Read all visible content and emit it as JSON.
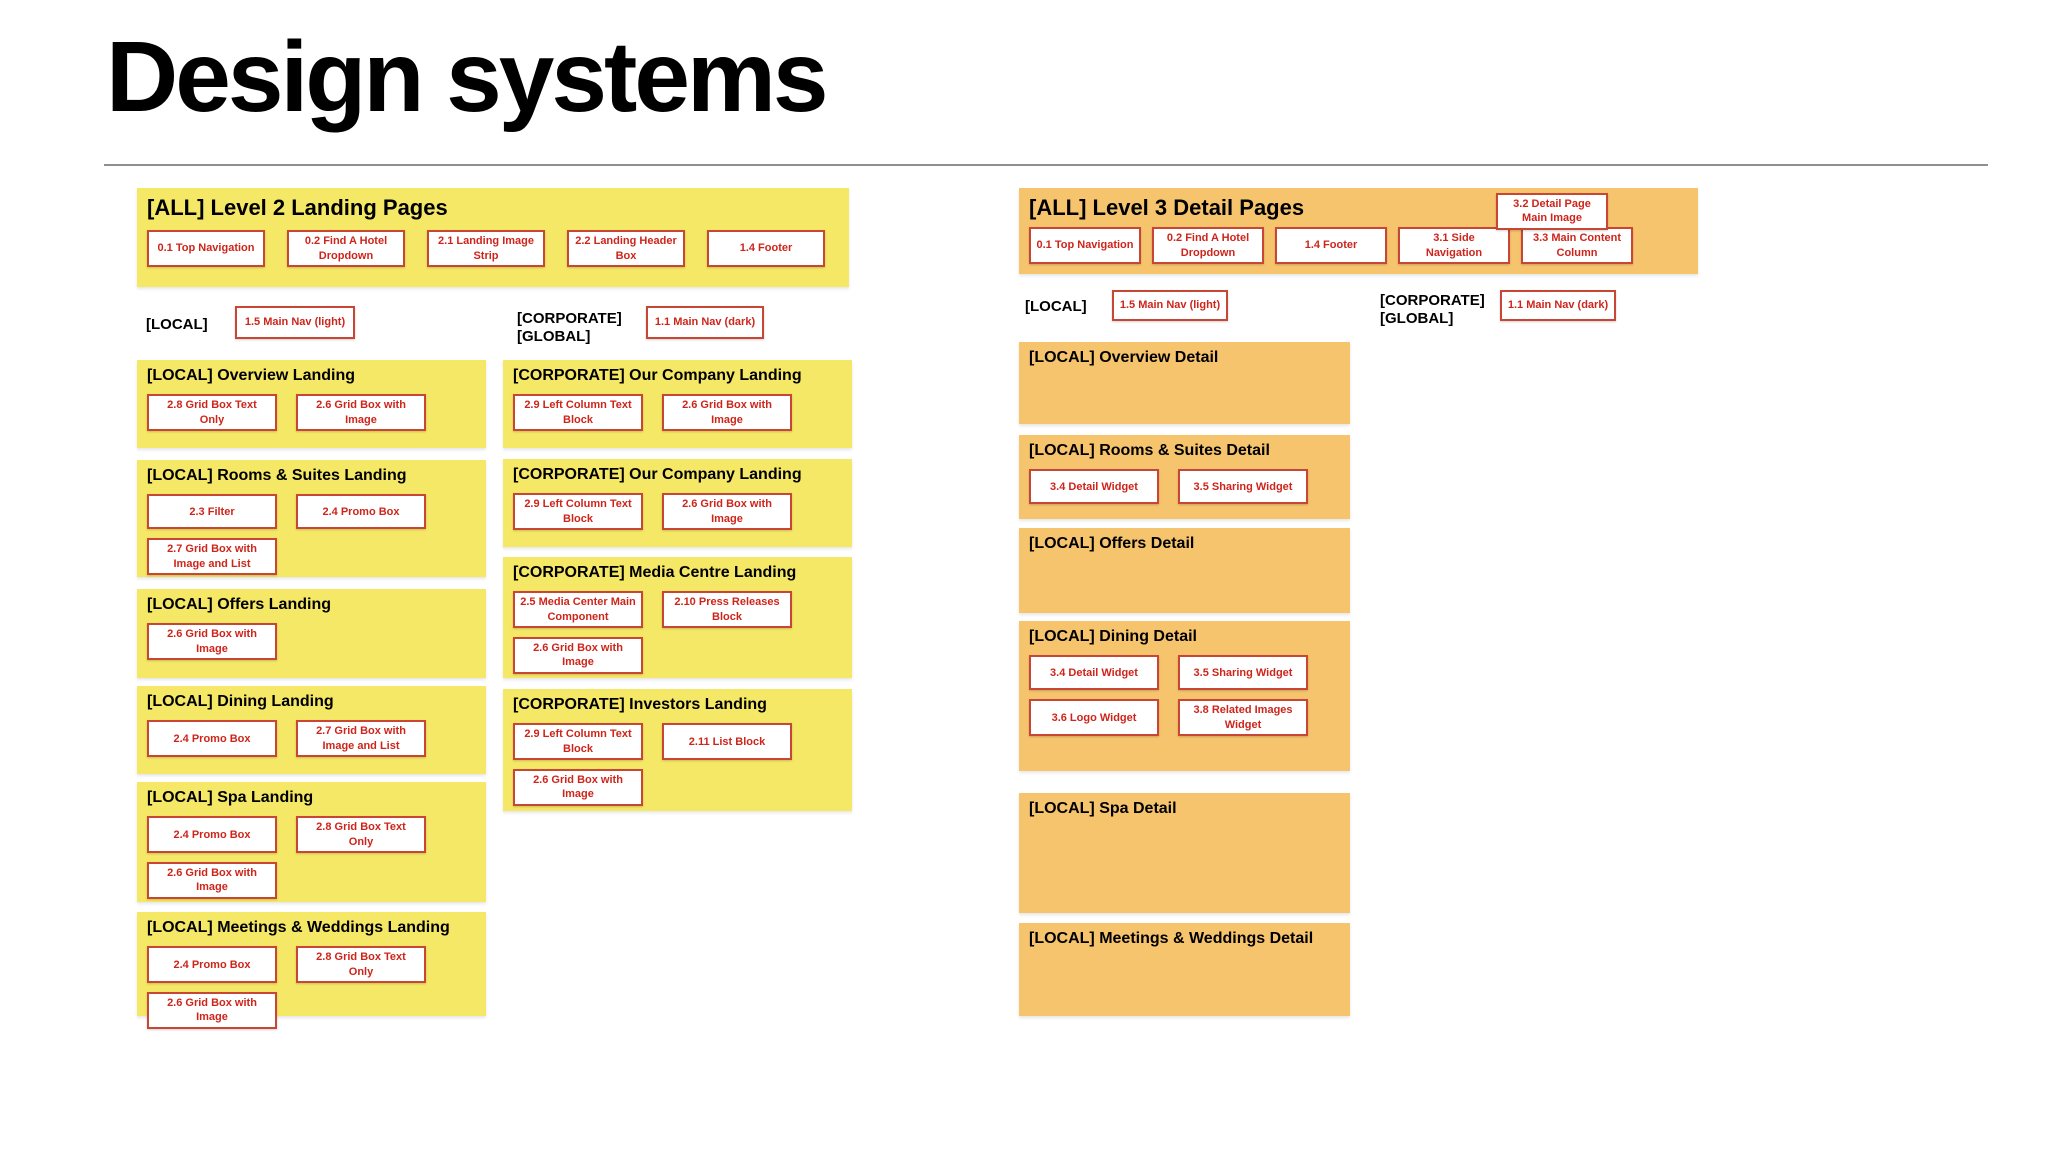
{
  "page": {
    "title": "Design systems"
  },
  "colors": {
    "panel_yellow": "#F5E866",
    "panel_orange": "#F7C46E",
    "component_border_red": "#C74634",
    "component_text_red": "#CE251B",
    "title_black": "#000000",
    "divider_gray": "#8F8F8F"
  },
  "level2": {
    "title": "[ALL] Level 2 Landing Pages",
    "rows": [
      [
        "0.1 Top Navigation",
        "0.2 Find A Hotel Dropdown",
        "2.1 Landing Image Strip",
        "2.2 Landing Header Box",
        "1.4 Footer"
      ]
    ]
  },
  "level3": {
    "title": "[ALL] Level 3 Detail Pages",
    "floating_component": "3.2 Detail Page Main Image",
    "rows": [
      [
        "0.1 Top Navigation",
        "0.2 Find A Hotel Dropdown",
        "1.4 Footer",
        "3.1 Side Navigation",
        "3.3 Main Content Column"
      ]
    ]
  },
  "nav": {
    "l2": {
      "local_label": "[LOCAL]",
      "local_nav": "1.5 Main Nav (light)",
      "corp_line1": "[CORPORATE]",
      "corp_line2": "[GLOBAL]",
      "corp_nav": "1.1 Main Nav (dark)"
    },
    "l3": {
      "local_label": "[LOCAL]",
      "local_nav": "1.5 Main Nav (light)",
      "corp_line1": "[CORPORATE]",
      "corp_line2": "[GLOBAL]",
      "corp_nav": "1.1 Main Nav (dark)"
    }
  },
  "sections": {
    "left": [
      {
        "title": "[LOCAL] Overview Landing",
        "rows": [
          [
            "2.8 Grid Box Text Only",
            "2.6 Grid Box with Image"
          ]
        ]
      },
      {
        "title": "[LOCAL] Rooms & Suites Landing",
        "rows": [
          [
            "2.3 Filter",
            "2.4 Promo Box"
          ],
          [
            "2.7 Grid Box with Image and List"
          ]
        ]
      },
      {
        "title": "[LOCAL] Offers Landing",
        "rows": [
          [
            "2.6 Grid Box with Image"
          ]
        ]
      },
      {
        "title": "[LOCAL] Dining Landing",
        "rows": [
          [
            "2.4 Promo Box",
            "2.7 Grid Box with Image and List"
          ]
        ]
      },
      {
        "title": "[LOCAL] Spa Landing",
        "rows": [
          [
            "2.4 Promo Box",
            "2.8 Grid Box Text Only"
          ],
          [
            "2.6 Grid Box with Image"
          ]
        ]
      },
      {
        "title": "[LOCAL] Meetings & Weddings Landing",
        "rows": [
          [
            "2.4 Promo Box",
            "2.8 Grid Box Text Only"
          ],
          [
            "2.6 Grid Box with Image"
          ]
        ]
      }
    ],
    "middle": [
      {
        "title": "[CORPORATE] Our Company Landing",
        "rows": [
          [
            "2.9 Left Column Text Block",
            "2.6 Grid Box with Image"
          ]
        ]
      },
      {
        "title": "[CORPORATE] Our Company Landing",
        "rows": [
          [
            "2.9 Left Column Text Block",
            "2.6 Grid Box with Image"
          ]
        ]
      },
      {
        "title": "[CORPORATE] Media Centre Landing",
        "rows": [
          [
            "2.5 Media Center Main Component",
            "2.10 Press Releases Block"
          ],
          [
            "2.6 Grid Box with Image"
          ]
        ]
      },
      {
        "title": "[CORPORATE] Investors Landing",
        "rows": [
          [
            "2.9 Left Column Text Block",
            "2.11 List Block"
          ],
          [
            "2.6 Grid Box with Image"
          ]
        ]
      }
    ],
    "right": [
      {
        "title": "[LOCAL] Overview Detail",
        "rows": []
      },
      {
        "title": "[LOCAL] Rooms & Suites Detail",
        "rows": [
          [
            "3.4 Detail Widget",
            "3.5 Sharing Widget"
          ]
        ]
      },
      {
        "title": "[LOCAL] Offers Detail",
        "rows": []
      },
      {
        "title": "[LOCAL] Dining Detail",
        "rows": [
          [
            "3.4 Detail Widget",
            "3.5 Sharing Widget"
          ],
          [
            "3.6 Logo Widget",
            "3.8 Related Images Widget"
          ]
        ]
      },
      {
        "title": "[LOCAL] Spa Detail",
        "rows": []
      },
      {
        "title": "[LOCAL] Meetings & Weddings Detail",
        "rows": []
      }
    ]
  }
}
